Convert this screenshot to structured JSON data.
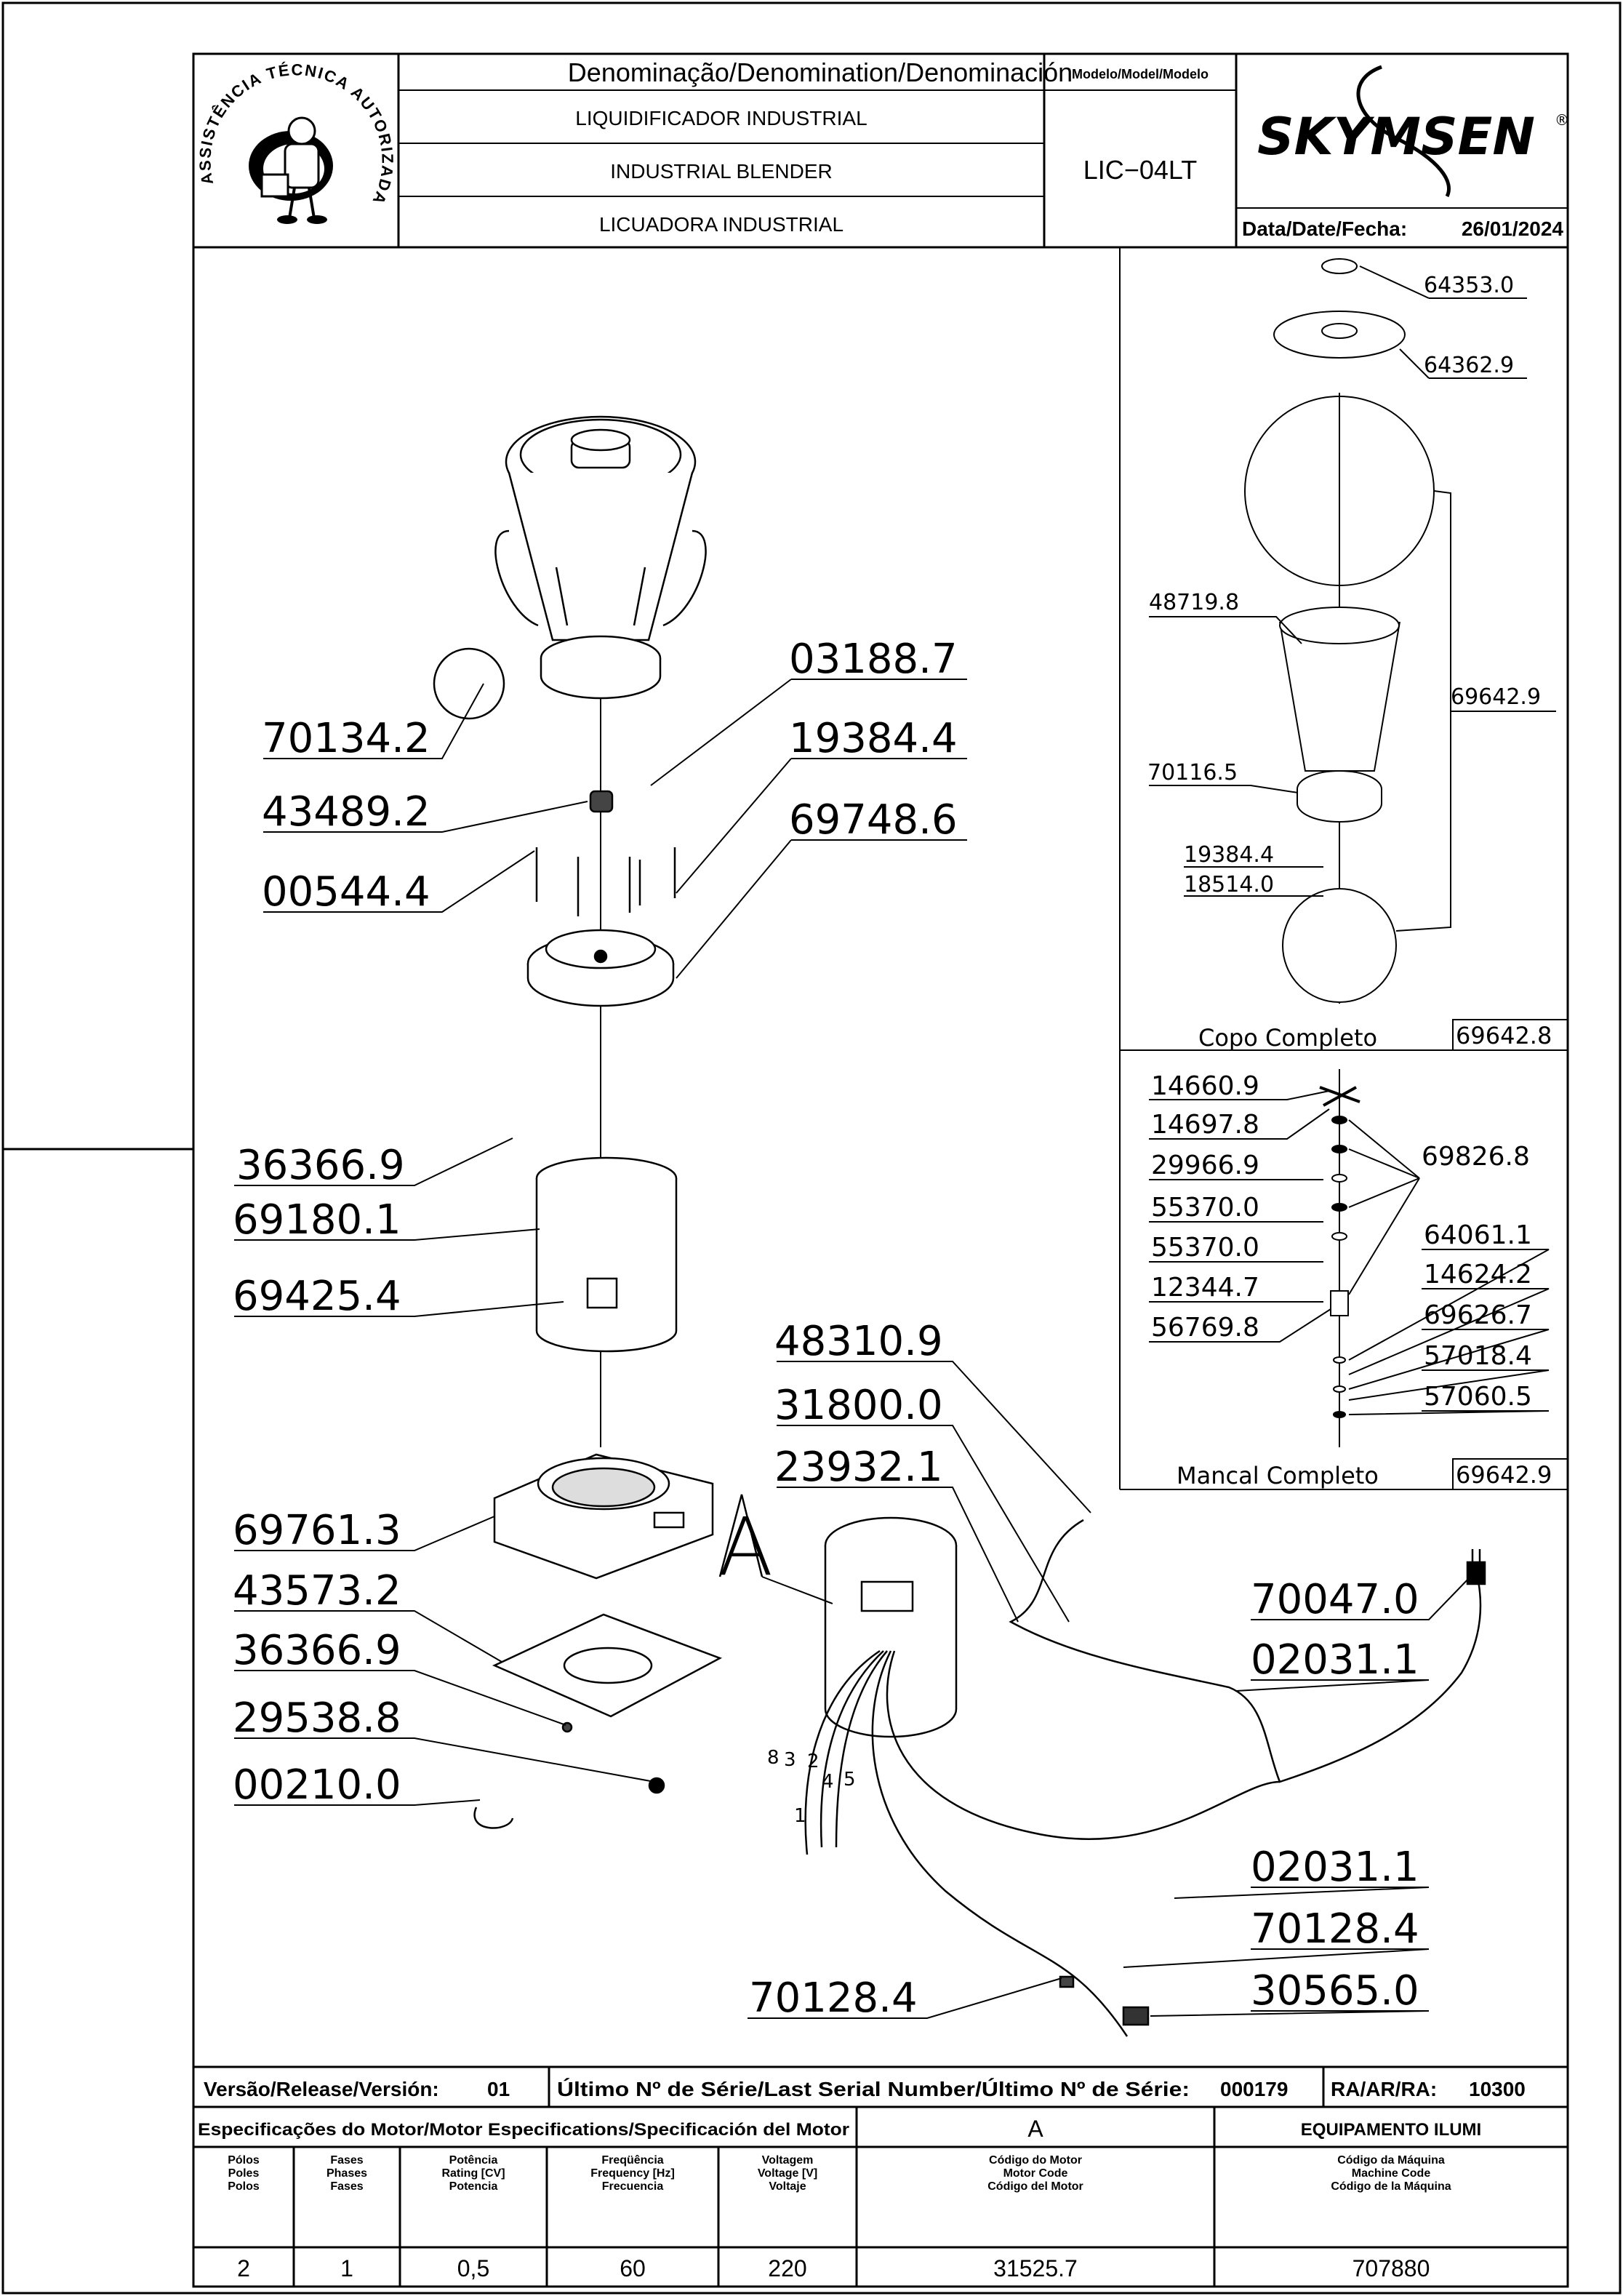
{
  "header": {
    "denomination_label": "Denominação/Denomination/Denominación",
    "name_pt": "LIQUIDIFICADOR INDUSTRIAL",
    "name_en": "INDUSTRIAL BLENDER",
    "name_es": "LICUADORA INDUSTRIAL",
    "model_label": "Modelo/Model/Modelo",
    "model_value": "LIC−04LT",
    "brand": "SKYMSEN",
    "brand_mark": "®",
    "date_label": "Data/Date/Fecha:",
    "date_value": "26/01/2024",
    "badge_text": "ASSISTÊNCIA TÉCNICA AUTORIZADA"
  },
  "main_callouts": [
    "70134.2",
    "43489.2",
    "00544.4",
    "03188.7",
    "19384.4",
    "69748.6",
    "36366.9",
    "69180.1",
    "69425.4",
    "69761.3",
    "43573.2",
    "36366.9",
    "29538.8",
    "00210.0",
    "48310.9",
    "31800.0",
    "23932.1",
    "70047.0",
    "02031.1",
    "02031.1",
    "70128.4",
    "30565.0",
    "70128.4"
  ],
  "detail_letter": "A",
  "wire_numbers": [
    "8",
    "3",
    "2",
    "1",
    "4",
    "5"
  ],
  "copo": {
    "callouts": [
      "64353.0",
      "64362.9",
      "48719.8",
      "69642.9",
      "70116.5",
      "19384.4",
      "18514.0"
    ],
    "title": "Copo Completo",
    "code": "69642.8"
  },
  "mancal": {
    "callouts": [
      "14660.9",
      "14697.8",
      "29966.9",
      "55370.0",
      "55370.0",
      "12344.7",
      "56769.8",
      "69826.8",
      "64061.1",
      "14624.2",
      "69626.7",
      "57018.4",
      "57060.5"
    ],
    "title": "Mancal Completo",
    "code": "69642.9"
  },
  "footer": {
    "version_label": "Versão/Release/Versión:",
    "version_value": "01",
    "serial_label": "Último Nº de Série/Last Serial Number/Último Nº de Série:",
    "serial_value": "000179",
    "ra_label": "RA/AR/RA:",
    "ra_value": "10300",
    "motor_spec_label": "Especificações do Motor/Motor Especifications/Specificación del Motor",
    "motor_letter": "A",
    "equipment_label": "EQUIPAMENTO ILUMI",
    "columns": [
      {
        "h": [
          "Pólos",
          "Poles",
          "Polos"
        ],
        "value": "2"
      },
      {
        "h": [
          "Fases",
          "Phases",
          "Fases"
        ],
        "value": "1"
      },
      {
        "h": [
          "Potência",
          "Rating [CV]",
          "Potencia"
        ],
        "value": "0,5"
      },
      {
        "h": [
          "Freqüência",
          "Frequency [Hz]",
          "Frecuencia"
        ],
        "value": "60"
      },
      {
        "h": [
          "Voltagem",
          "Voltage [V]",
          "Voltaje"
        ],
        "value": "220"
      },
      {
        "h": [
          "Código do Motor",
          "Motor Code",
          "Código del Motor"
        ],
        "value": "31525.7"
      },
      {
        "h": [
          "Código da Máquina",
          "Machine Code",
          "Código de la Máquina"
        ],
        "value": "707880"
      }
    ]
  }
}
